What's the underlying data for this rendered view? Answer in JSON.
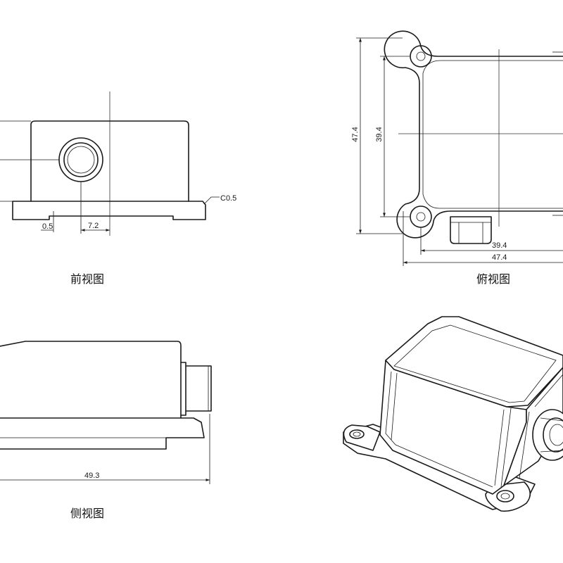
{
  "views": {
    "front": {
      "caption": "前视图"
    },
    "top": {
      "caption": "俯视图"
    },
    "side": {
      "caption": "侧视图"
    },
    "iso": {
      "caption": ""
    }
  },
  "dimensions": {
    "chamfer": "C0.5",
    "front_flange_height": "0.5",
    "front_hole_offset": "7.2",
    "top_overall_height": "47.4",
    "top_hole_pitch_height": "39.4",
    "top_hole_pitch_width": "39.4",
    "top_overall_width": "47.4",
    "side_overall_width": "49.3"
  },
  "colors": {
    "line": "#1a1a1a",
    "background": "#ffffff"
  }
}
